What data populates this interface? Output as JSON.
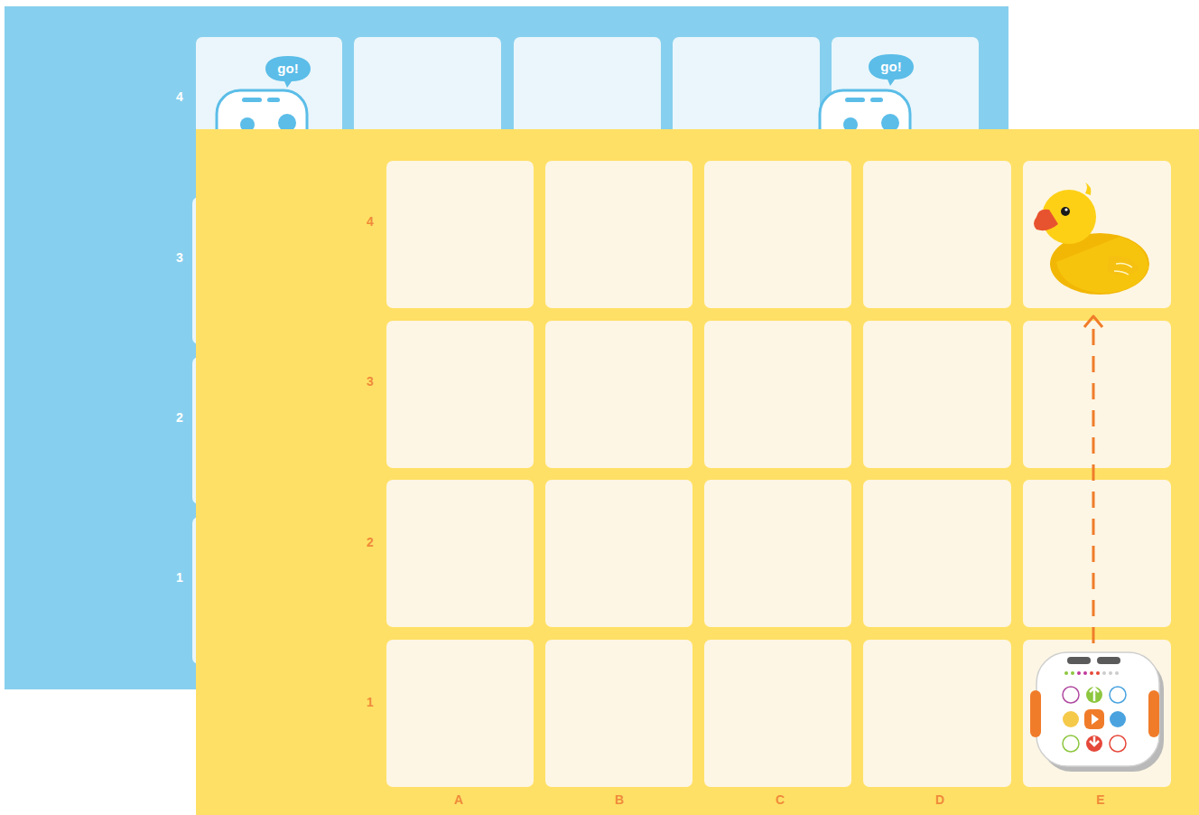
{
  "diagram": {
    "nodes": [
      {
        "text": [
          "go!"
        ]
      },
      {
        "text": [
          "go!"
        ]
      }
    ],
    "labels": [
      "4",
      "3",
      "2",
      "1",
      "4",
      "3",
      "2",
      "1",
      "A",
      "B",
      "C",
      "D",
      "E"
    ]
  }
}
